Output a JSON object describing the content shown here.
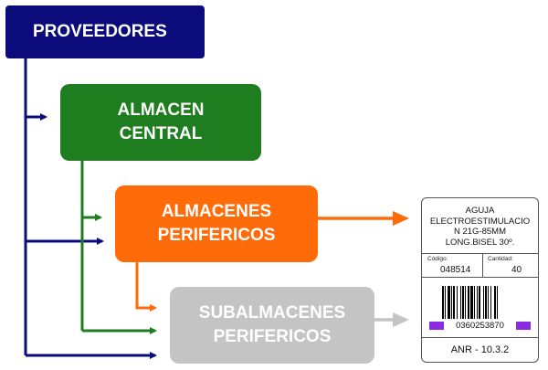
{
  "boxes": {
    "proveedores": "PROVEEDORES",
    "almacen_central": [
      "ALMACEN",
      "CENTRAL"
    ],
    "almacenes_perifericos": [
      "ALMACENES",
      "PERIFERICOS"
    ],
    "subalmacenes_perifericos": [
      "SUBALMACENES",
      "PERIFERICOS"
    ]
  },
  "label": {
    "description": [
      "AGUJA",
      "ELECTROESTIMULACIO",
      "N 21G-85MM",
      "LONG.BISEL 30º."
    ],
    "codigo_label": "Código:",
    "codigo_value": "048514",
    "cantidad_label": "Cantidad:",
    "cantidad_value": "40",
    "barcode_number": "0360253870",
    "reference": "ANR - 10.3.2"
  },
  "colors": {
    "proveedores": "#0b0b7c",
    "almacen_central": "#1e7d1e",
    "almacenes_perifericos": "#ff6b08",
    "subalmacenes_perifericos": "#c4c4c4",
    "barcode_marker": "#8a2be2"
  }
}
